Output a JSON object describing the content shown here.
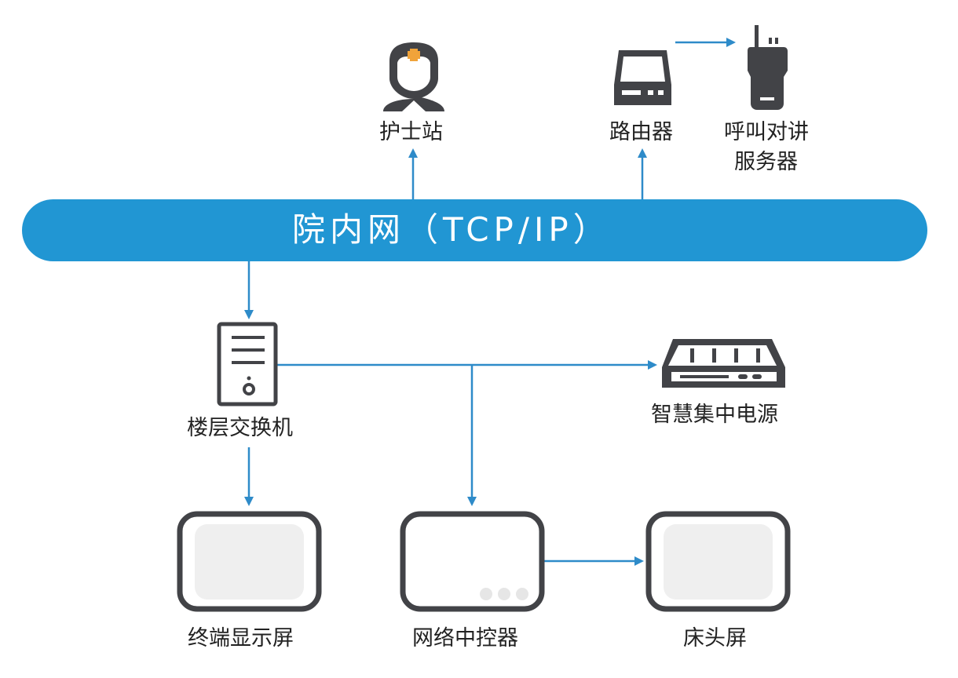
{
  "bus": {
    "label": "院内网（TCP/IP）",
    "color": "#2196d3"
  },
  "nodes": {
    "nurse_station": "护士站",
    "router": "路由器",
    "intercom_line1": "呼叫对讲",
    "intercom_line2": "服务器",
    "floor_switch": "楼层交换机",
    "smart_power": "智慧集中电源",
    "terminal_display": "终端显示屏",
    "network_controller": "网络中控器",
    "bedside_screen": "床头屏"
  },
  "icons": {
    "nurse_station": "nurse-icon",
    "router": "router-icon",
    "intercom_server": "walkie-talkie-icon",
    "floor_switch": "server-tower-icon",
    "smart_power": "power-unit-icon",
    "terminal_display": "display-icon",
    "network_controller": "controller-icon",
    "bedside_screen": "display-icon"
  },
  "colors": {
    "link": "#2e8bc9",
    "icon": "#424347",
    "accent_cross": "#f0a33a"
  }
}
